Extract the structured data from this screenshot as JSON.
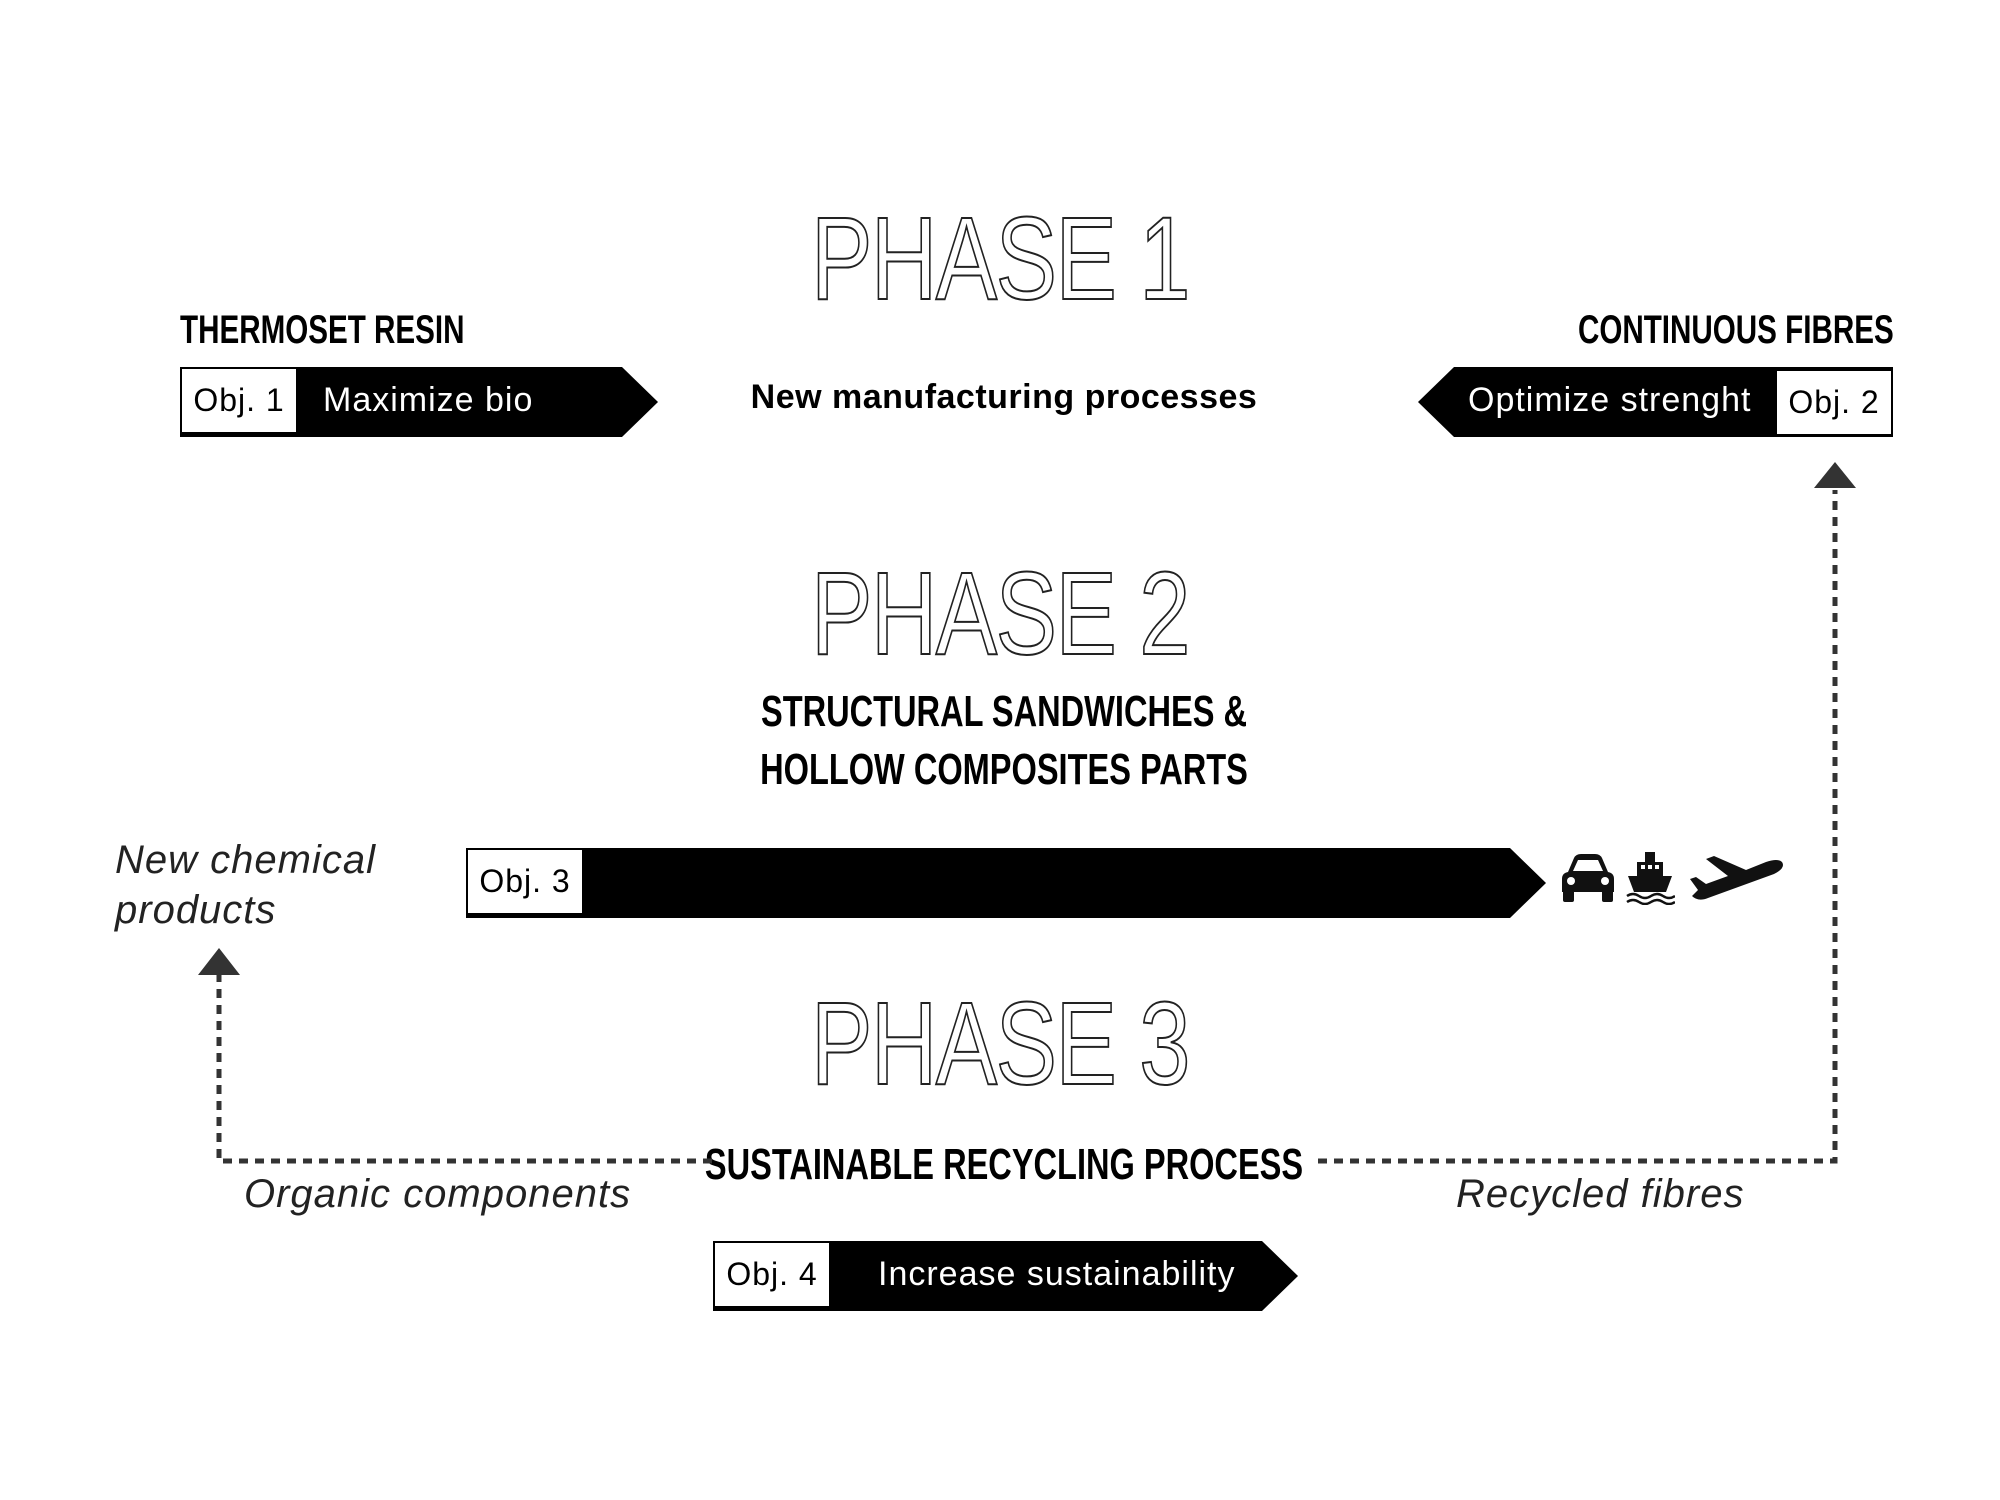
{
  "phases": [
    {
      "title": "PHASE 1"
    },
    {
      "title": "PHASE 2"
    },
    {
      "title": "PHASE 3"
    }
  ],
  "phase1": {
    "left_heading": "THERMOSET RESIN",
    "right_heading": "CONTINUOUS FIBRES",
    "center_text": "New manufacturing processes",
    "obj1": {
      "tag": "Obj. 1",
      "label": "Maximize bio"
    },
    "obj2": {
      "tag": "Obj. 2",
      "label": "Optimize strenght"
    }
  },
  "phase2": {
    "heading_line1": "STRUCTURAL SANDWICHES &",
    "heading_line2": "HOLLOW COMPOSITES PARTS",
    "obj3": {
      "tag": "Obj. 3"
    },
    "icons": [
      "car-icon",
      "ship-icon",
      "airplane-icon"
    ]
  },
  "phase3": {
    "heading": "SUSTAINABLE RECYCLING PROCESS",
    "obj4": {
      "tag": "Obj. 4",
      "label": "Increase sustainability"
    }
  },
  "flows": {
    "left_output": "New chemical products",
    "left_output_line1": "New chemical",
    "left_output_line2": "products",
    "left_path_label": "Organic components",
    "right_path_label": "Recycled fibres"
  },
  "colors": {
    "arrow_fill": "#000000",
    "text": "#000000",
    "dashed": "#333333"
  }
}
